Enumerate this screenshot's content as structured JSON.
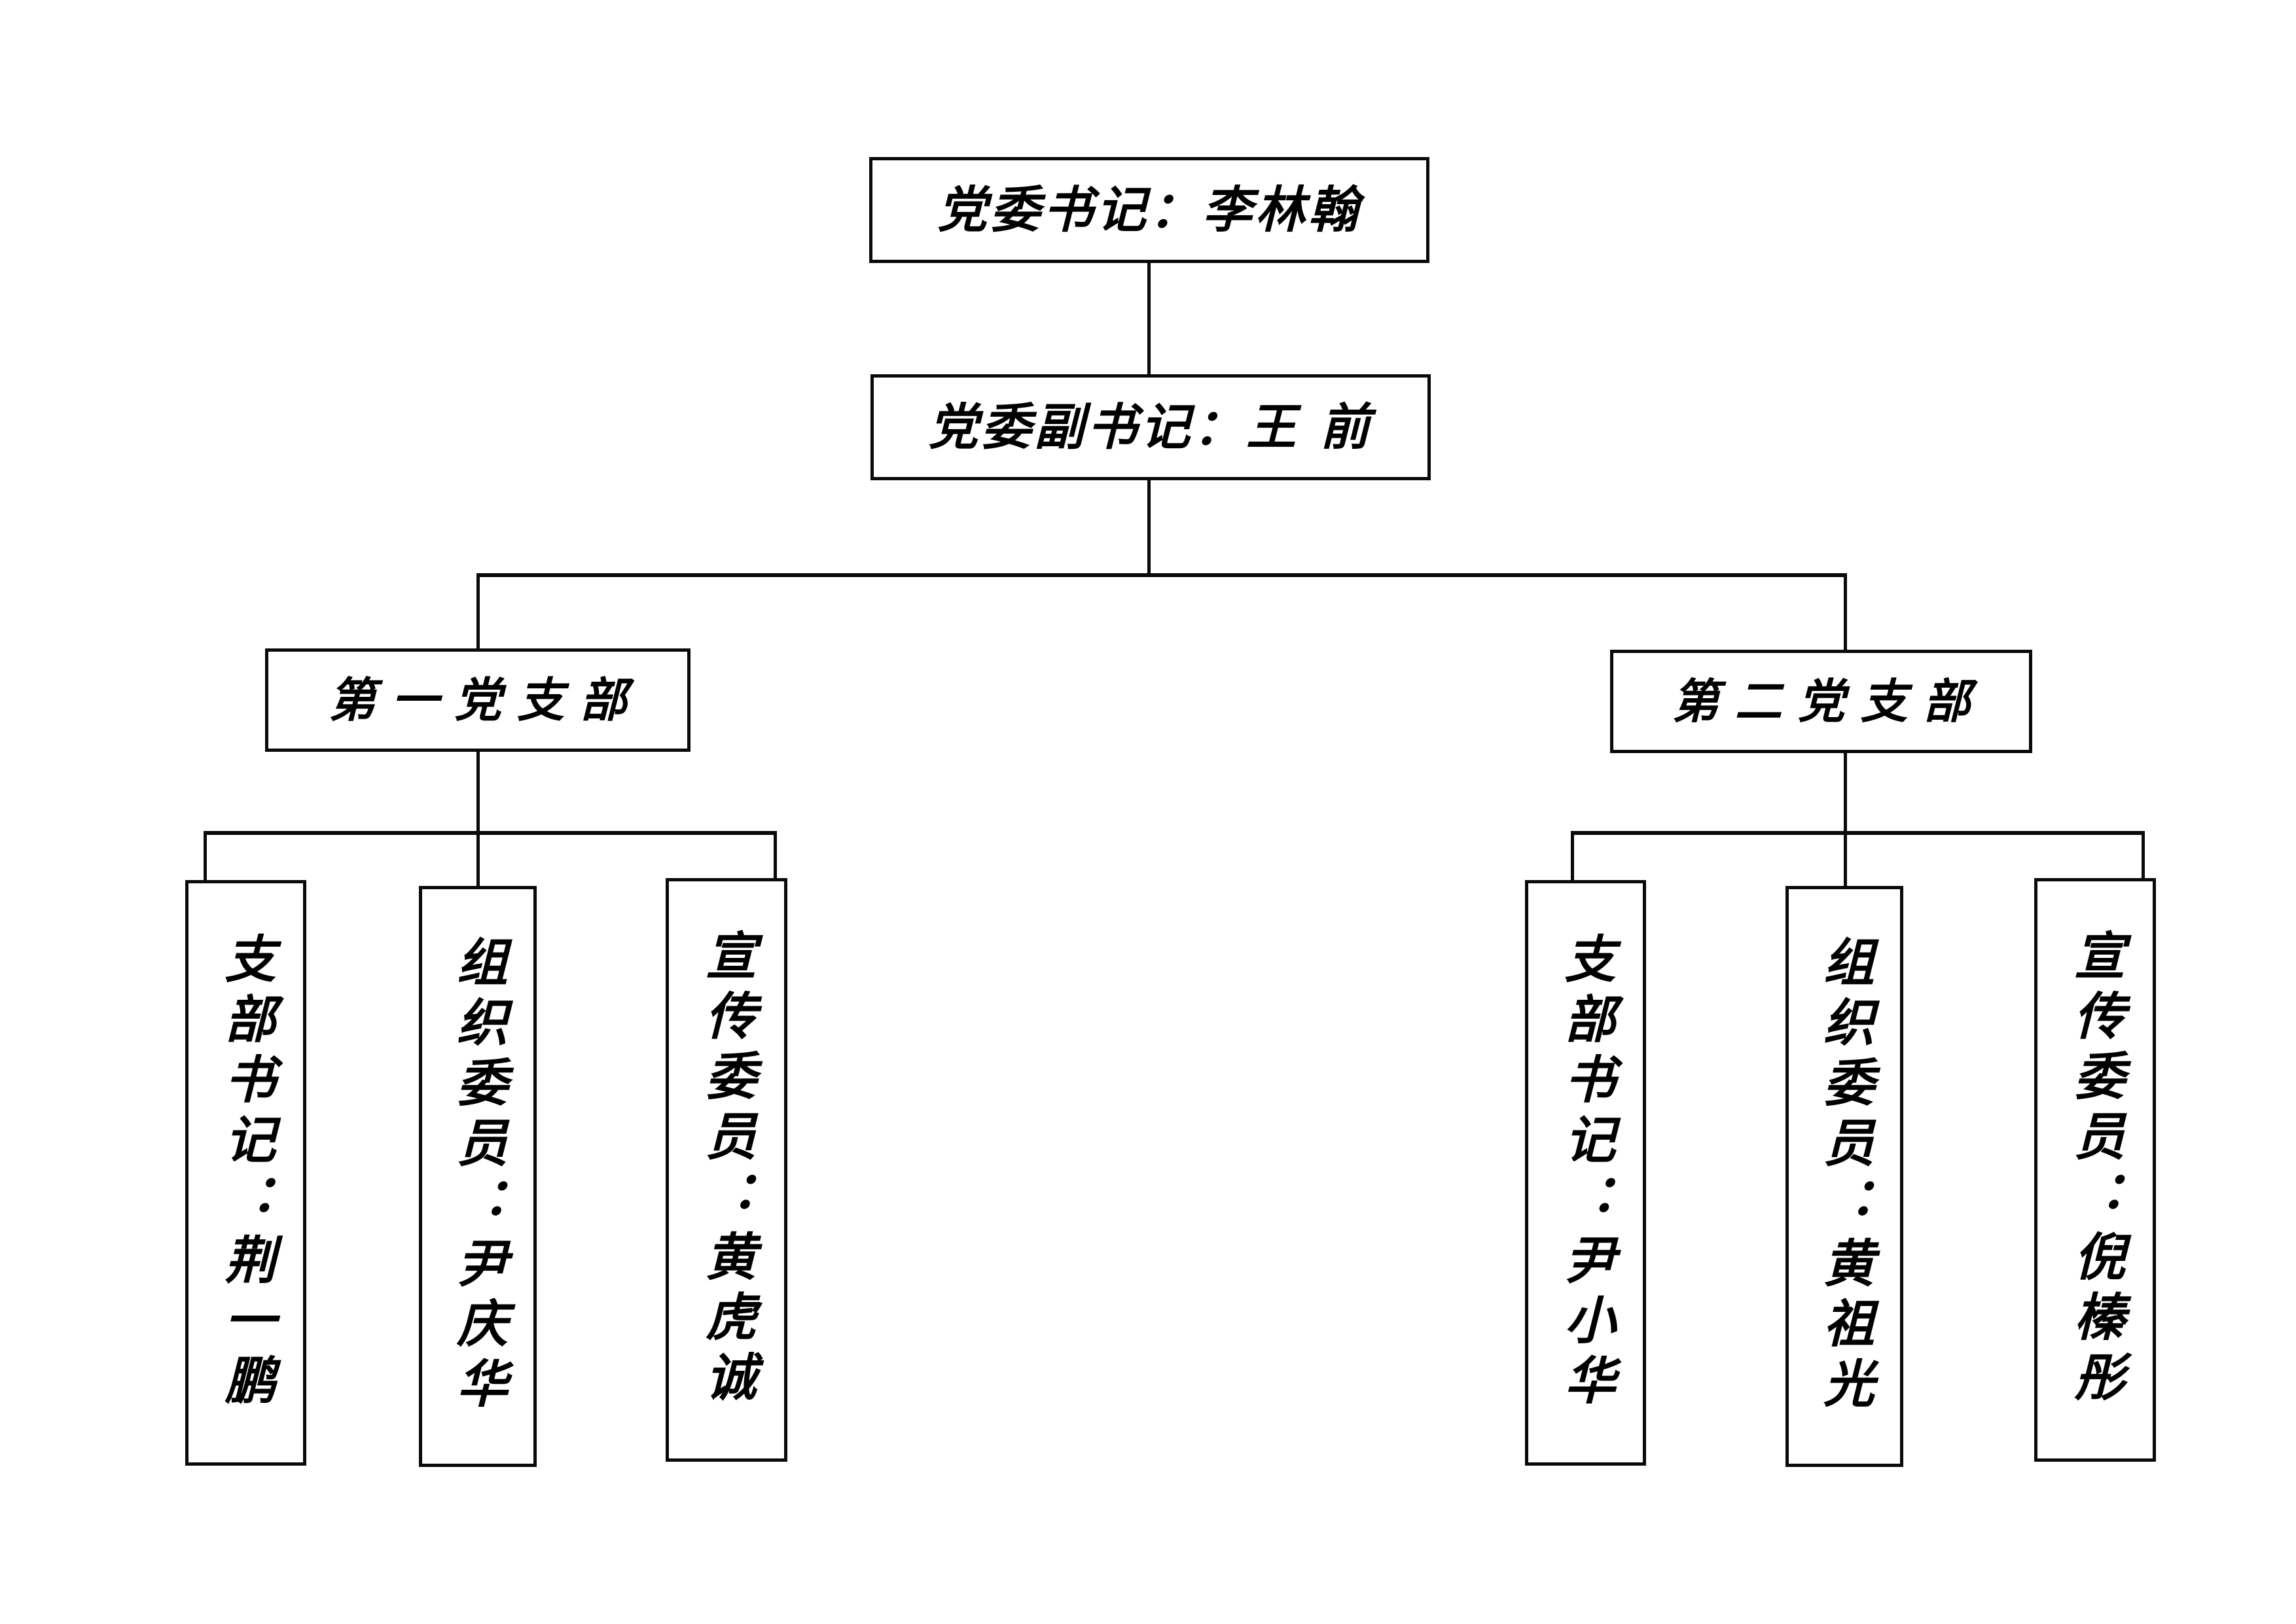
{
  "page": {
    "title": "党组织架构图",
    "background_color": "#ffffff",
    "line_color": "#0a0a0a",
    "text_color": "#000000"
  },
  "nodes": {
    "party_secretary": {
      "label": "党委书记：李林翰",
      "role": "党委书记",
      "name": "李林翰",
      "orientation": "horizontal"
    },
    "deputy_secretary": {
      "label": "党委副书记：王 前",
      "role": "党委副书记",
      "name": "王 前",
      "orientation": "horizontal"
    },
    "branch_one": {
      "label": "第一党支部",
      "orientation": "horizontal"
    },
    "branch_two": {
      "label": "第二党支部",
      "orientation": "horizontal"
    },
    "branch_one_members": [
      {
        "label": "支部书记：荆一鹏",
        "role": "支部书记",
        "name": "荆一鹏",
        "orientation": "vertical"
      },
      {
        "label": "组织委员：尹庆华",
        "role": "组织委员",
        "name": "尹庆华",
        "orientation": "vertical"
      },
      {
        "label": "宣传委员：黄虎诚",
        "role": "宣传委员",
        "name": "黄虎诚",
        "orientation": "vertical"
      }
    ],
    "branch_two_members": [
      {
        "label": "支部书记：尹小华",
        "role": "支部书记",
        "name": "尹小华",
        "orientation": "vertical"
      },
      {
        "label": "组织委员：黄祖光",
        "role": "组织委员",
        "name": "黄祖光",
        "orientation": "vertical"
      },
      {
        "label": "宣传委员：倪榛彤",
        "role": "宣传委员",
        "name": "倪榛彤",
        "orientation": "vertical"
      }
    ]
  }
}
